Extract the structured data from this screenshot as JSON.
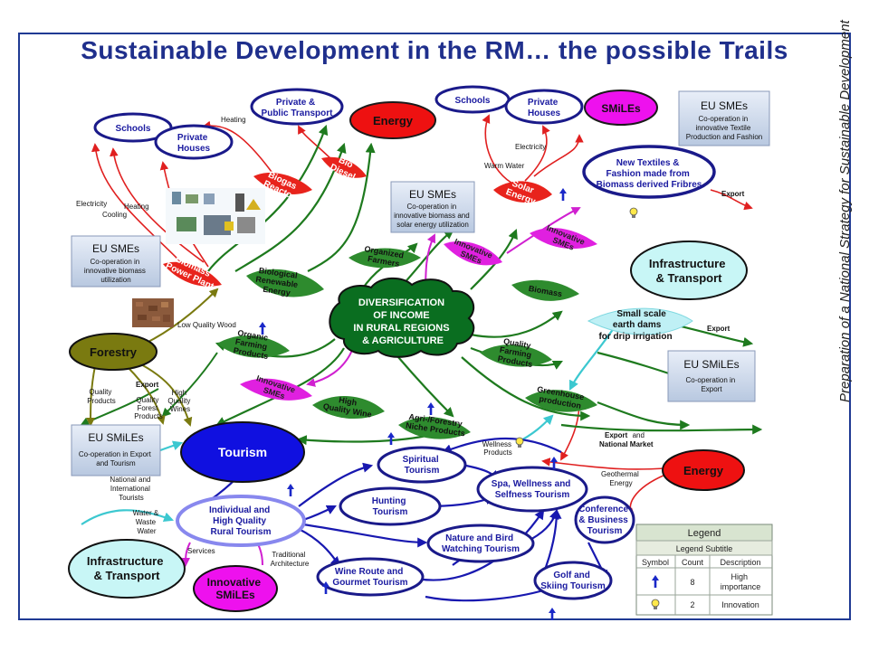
{
  "title": "Sustainable Development in the RM… the possible Trails",
  "side_caption": "Preparation of a National Strategy for Sustainable Development",
  "center": [
    "DIVERSIFICATION",
    "OF INCOME",
    "IN RURAL REGIONS",
    "& AGRICULTURE"
  ],
  "ovals": {
    "schools_left": "Schools",
    "private_houses_left": [
      "Private",
      "Houses"
    ],
    "private_public_transport": [
      "Private &",
      "Public Transport"
    ],
    "energy_top": "Energy",
    "schools_right": "Schools",
    "private_houses_right": [
      "Private",
      "Houses"
    ],
    "smiles_top": "SMiLEs",
    "new_textiles": [
      "New Textiles &",
      "Fashion made from",
      "Biomass derived Fribres"
    ],
    "infra_right": [
      "Infrastructure",
      "& Transport"
    ],
    "forestry": "Forestry",
    "tourism": "Tourism",
    "energy_bottom": "Energy",
    "infra_left": [
      "Infrastructure",
      "& Transport"
    ],
    "innovative_smiles": [
      "Innovative",
      "SMiLEs"
    ],
    "individual_rural": [
      "Individual and",
      "High Quality",
      "Rural Tourism"
    ],
    "spiritual": [
      "Spiritual",
      "Tourism"
    ],
    "spa": [
      "Spa, Wellness and",
      "Selfness Tourism"
    ],
    "conference": [
      "Conference",
      "& Business",
      "Tourism"
    ],
    "hunting": [
      "Hunting",
      "Tourism"
    ],
    "nature_bird": [
      "Nature and Bird",
      "Watching Tourism"
    ],
    "wine_route": [
      "Wine Route and",
      "Gourmet Tourism"
    ],
    "golf": [
      "Golf and",
      "Skiing Tourism"
    ]
  },
  "boxes": {
    "eu_smes_textile": {
      "head": "EU SMEs",
      "body": [
        "Co-operation in",
        "innovative Textile",
        "Production and Fashion"
      ]
    },
    "eu_smes_biomass_solar": {
      "head": "EU SMEs",
      "body": [
        "Co-operation in",
        "innovative biomass and",
        "solar energy utilization"
      ]
    },
    "eu_smes_biomass": {
      "head": "EU SMEs",
      "body": [
        "Co-operation in",
        "innovative biomass",
        "utilization"
      ]
    },
    "eu_smiles_export": {
      "head": "EU SMiLEs",
      "body": [
        "Co-operation in",
        "Export"
      ]
    },
    "eu_smiles_tourism": {
      "head": "EU SMiLEs",
      "body": [
        "Co-operation in Export",
        "and Tourism"
      ]
    }
  },
  "leaves": {
    "biogas": [
      "Biogas",
      "Reactor"
    ],
    "bio_diesel": [
      "Bio",
      "Diesel"
    ],
    "solar_energy": [
      "Solar",
      "Energy"
    ],
    "innovative_smes_r": [
      "Innovative",
      "SMEs"
    ],
    "innovative_smes_c": [
      "Innovative",
      "SMEs"
    ],
    "organized_farmers": [
      "Organized",
      "Farmers"
    ],
    "biomass_power": [
      "Biomass",
      "Power Plant"
    ],
    "bio_renewable": [
      "Biological",
      "Renewable",
      "Energy"
    ],
    "biomass": "Biomass",
    "organic": [
      "Organic",
      "Farming",
      "Products"
    ],
    "quality_farming": [
      "Quality",
      "Farming",
      "Products"
    ],
    "innovative_smes_l": [
      "Innovative",
      "SMEs"
    ],
    "high_quality_wine": [
      "High",
      "Quality Wine"
    ],
    "greenhouse": [
      "Greenhouse",
      "production"
    ],
    "agri_forestry": [
      "Agri-/Forestry",
      "Niche Products"
    ],
    "earth_dams": [
      "Small scale",
      "earth dams",
      "for drip irrigation"
    ]
  },
  "small_labels": {
    "heating_top": "Heating",
    "electricity_l": "Electricity",
    "cooling": "Cooling",
    "heating_l": "Heating",
    "electricity_r": "Electricity",
    "warm_water": "Warm Water",
    "export_textiles": "Export",
    "low_quality_wood": "Low Quality Wood",
    "export_dams": "Export",
    "export_forestry": "Export",
    "quality_products": [
      "Quality",
      "Products"
    ],
    "quality_forest": [
      "Quality",
      "Forest",
      "Products"
    ],
    "high_quality_wines": [
      "High",
      "Quality",
      "Wines"
    ],
    "wellness_products": [
      "Wellness",
      "Products"
    ],
    "export_national": [
      "Export",
      "and",
      "National Market"
    ],
    "geothermal": [
      "Geothermal",
      "Energy"
    ],
    "national_intl": [
      "National and",
      "International",
      "Tourists"
    ],
    "water_waste": [
      "Water &",
      "Waste",
      "Water"
    ],
    "services": "Services",
    "traditional_arch": [
      "Traditional",
      "Architecture"
    ]
  },
  "legend": {
    "title": "Legend",
    "subtitle": "Legend Subtitle",
    "headers": [
      "Symbol",
      "Count",
      "Description"
    ],
    "rows": [
      {
        "symbol": "blue-up-arrow-icon",
        "count": "8",
        "description": [
          "High",
          "importance"
        ]
      },
      {
        "symbol": "lightbulb-icon",
        "count": "2",
        "description": [
          "Innovation"
        ]
      }
    ]
  },
  "colors": {
    "frame": "#1f3a93",
    "title": "#1f2f8c",
    "green_leaf": "#2e8b2e",
    "red_leaf": "#e8231c",
    "magenta_leaf": "#e020e0",
    "cyan_leaf": "#bff0f5",
    "tourism_blue": "#1010e0",
    "dark_blue_arrow": "#1818b0",
    "forestry_olive": "#7a7a10",
    "energy_red": "#ee1111",
    "smiles_magenta": "#ee11ee",
    "infra_cyan": "#c8f6f6"
  }
}
